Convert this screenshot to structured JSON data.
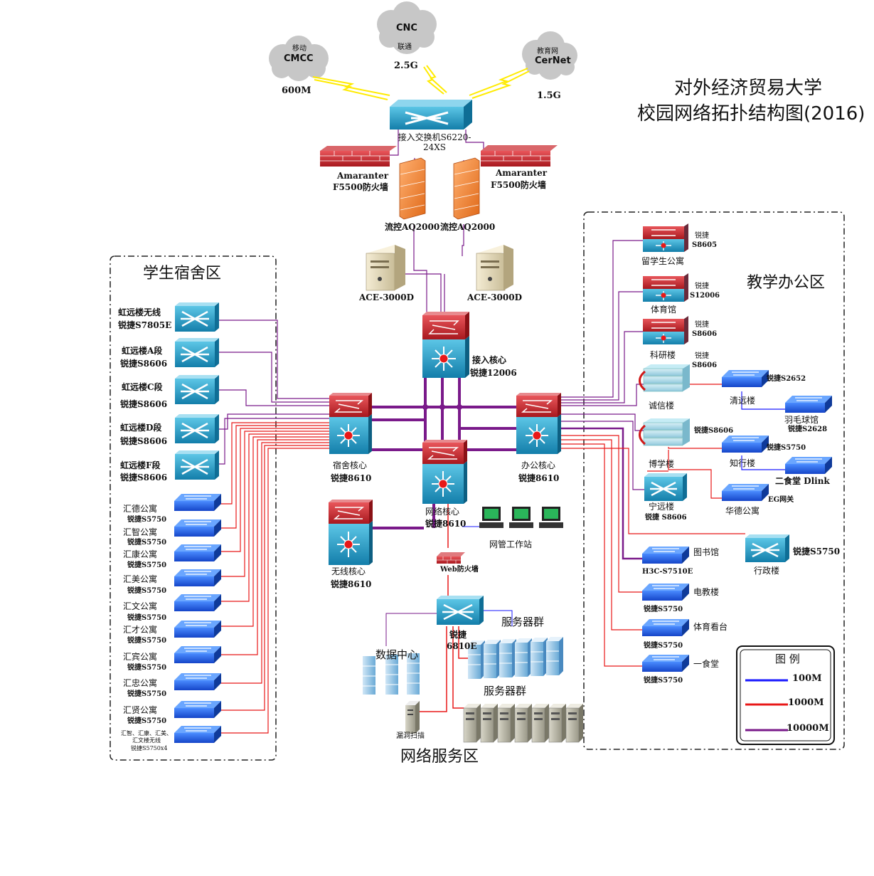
{
  "title": {
    "line1": "对外经济贸易大学",
    "line2": "校园网络拓扑结构图(2016)"
  },
  "isps": [
    {
      "name": "CMCC",
      "sub": "移动",
      "speed": "600M"
    },
    {
      "name": "CNC",
      "sub": "联通",
      "speed": "2.5G"
    },
    {
      "name": "CerNet",
      "sub": "教育网",
      "speed": "1.5G"
    }
  ],
  "edge": {
    "access_switch": "接入交换机S6220-24XS",
    "firewall_left": {
      "line1": "Amaranter",
      "line2": "F5500防火墙"
    },
    "firewall_right": {
      "line1": "Amaranter",
      "line2": "F5500防火墙"
    },
    "flow_left": "流控AQ2000",
    "flow_right": "流控AQ2000",
    "ace_left": "ACE-3000D",
    "ace_right": "ACE-3000D"
  },
  "cores": {
    "access": {
      "line1": "接入核心",
      "line2": "锐捷12006"
    },
    "dorm": {
      "line1": "宿舍核心",
      "line2": "锐捷8610"
    },
    "office": {
      "line1": "办公核心",
      "line2": "锐捷8610"
    },
    "network": {
      "line1": "网络核心",
      "line2": "锐捷8610"
    },
    "wireless": {
      "line1": "无线核心",
      "line2": "锐捷8610"
    }
  },
  "zones": {
    "dorm": "学生宿舍区",
    "teach": "教学办公区",
    "service": "网络服务区"
  },
  "dorm_buildings": [
    {
      "line1": "虹远楼无线",
      "line2": "锐捷S7805E"
    },
    {
      "line1": "虹远楼A段",
      "line2": "锐捷S8606"
    },
    {
      "line1": "虹远楼C段",
      "line2": "锐捷S8606"
    },
    {
      "line1": "虹远楼D段",
      "line2": "锐捷S8606"
    },
    {
      "line1": "虹远楼F段",
      "line2": "锐捷S8606"
    }
  ],
  "dorm_apartments": [
    {
      "line1": "汇德公寓",
      "line2": "锐捷S5750"
    },
    {
      "line1": "汇智公寓",
      "line2": "锐捷S5750"
    },
    {
      "line1": "汇康公寓",
      "line2": "锐捷S5750"
    },
    {
      "line1": "汇美公寓",
      "line2": "锐捷S5750"
    },
    {
      "line1": "汇文公寓",
      "line2": "锐捷S5750"
    },
    {
      "line1": "汇才公寓",
      "line2": "锐捷S5750"
    },
    {
      "line1": "汇宾公寓",
      "line2": "锐捷S5750"
    },
    {
      "line1": "汇忠公寓",
      "line2": "锐捷S5750"
    },
    {
      "line1": "汇贤公寓",
      "line2": "锐捷S5750"
    }
  ],
  "dorm_wireless_note": {
    "line1": "汇智、汇康、汇美、",
    "line2": "汇文楼无线",
    "line3": "锐捷S5750x4"
  },
  "teach": {
    "liuxuesheng": {
      "name": "留学生公寓",
      "model1": "锐捷",
      "model2": "S8605"
    },
    "tiyuguan": {
      "name": "体育馆",
      "model1": "锐捷",
      "model2": "S12006"
    },
    "keyan": {
      "name": "科研楼",
      "model1": "锐捷",
      "model2": "S8606"
    },
    "chengxin": {
      "name": "诚信楼",
      "model1": "锐捷",
      "model2": "S8606"
    },
    "chengxin_extra": "锐捷S8606",
    "qingyuan": {
      "name": "清远楼",
      "model": "锐捷S2652"
    },
    "yumaoqiu": {
      "name": "羽毛球馆",
      "model": "锐捷S2628"
    },
    "boxue": {
      "name": "博学楼"
    },
    "zhixing": {
      "name": "知行楼",
      "model": "锐捷S5750"
    },
    "ershitang": {
      "name": "二食堂 Dlink"
    },
    "ningyuan": {
      "name": "宁远楼",
      "model": "锐捷 S8606"
    },
    "huade": {
      "name": "华德公寓",
      "model": "EG网关"
    },
    "tushuguan": {
      "name": "图书馆",
      "model": "H3C-S7510E"
    },
    "xingzheng": {
      "name": "行政楼",
      "model": "锐捷S5750"
    },
    "dianjiao": {
      "name": "电教楼",
      "model": "锐捷S5750"
    },
    "tiyukantai": {
      "name": "体育看台",
      "model": "锐捷S5750"
    },
    "yishitang": {
      "name": "一食堂",
      "model": "锐捷S5750"
    }
  },
  "service": {
    "workstation": "网管工作站",
    "web_firewall": "Web防火墙",
    "switch": {
      "line1": "锐捷",
      "line2": "6810E"
    },
    "datacenter": "数据中心",
    "servers_top": "服务器群",
    "servers_bottom": "服务器群",
    "scan": "漏洞扫描"
  },
  "legend": {
    "title": "图 例",
    "items": [
      {
        "label": "100M",
        "color": "#1a1aff"
      },
      {
        "label": "1000M",
        "color": "#e81818"
      },
      {
        "label": "10000M",
        "color": "#7a1a8a"
      }
    ]
  },
  "colors": {
    "purple": "#7a1a8a",
    "red": "#e81818",
    "blue": "#1a1aff",
    "teal": "#1f8fb8"
  }
}
